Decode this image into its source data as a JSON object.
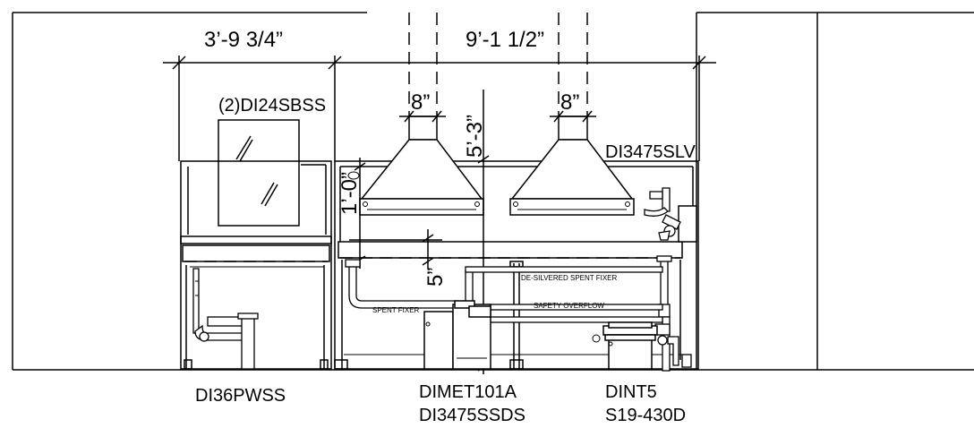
{
  "dimensions": {
    "left_width": "3’-9 3/4”",
    "right_width": "9’-1 1/2”",
    "duct_width_left": "8”",
    "duct_width_right": "8”",
    "hood_height": "5’-3”",
    "hood_offset": "1’-0”",
    "shelf_gap": "5”"
  },
  "labels": {
    "mirror": "(2)DI24SBSS",
    "hood_fixture": "DI3475SLV",
    "sink_left": "DI36PWSS",
    "unit_center_1": "DIMET101A",
    "unit_center_2": "DI3475SSDS",
    "unit_right_1": "DINT5",
    "unit_right_2": "S19-430D"
  },
  "pipe_labels": {
    "desilvered": "DE-SILVERED SPENT FIXER",
    "safety": "SAFETY OVERFLOW",
    "spent": "SPENT FIXER"
  }
}
